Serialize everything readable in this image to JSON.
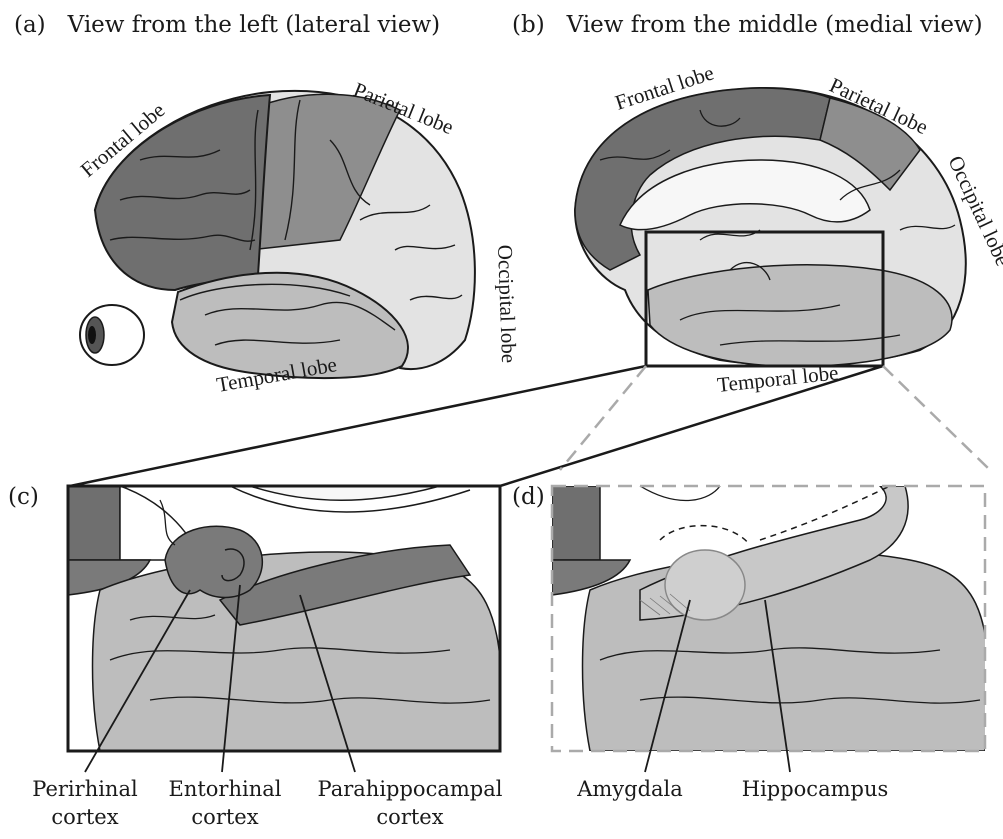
{
  "panels": {
    "a": {
      "label": "(a)",
      "title": "View from the left (lateral view)"
    },
    "b": {
      "label": "(b)",
      "title": "View from the middle (medial view)"
    },
    "c": {
      "label": "(c)"
    },
    "d": {
      "label": "(d)"
    }
  },
  "lateral_labels": {
    "frontal": "Frontal lobe",
    "parietal": "Parietal lobe",
    "occipital": "Occipital lobe",
    "temporal": "Temporal lobe"
  },
  "medial_labels": {
    "frontal": "Frontal lobe",
    "parietal": "Parietal lobe",
    "occipital": "Occipital lobe",
    "temporal": "Temporal lobe"
  },
  "callouts_c": {
    "perirhinal": {
      "line1": "Perirhinal",
      "line2": "cortex"
    },
    "entorhinal": {
      "line1": "Entorhinal",
      "line2": "cortex"
    },
    "parahippocampal": {
      "line1": "Parahippocampal",
      "line2": "cortex"
    }
  },
  "callouts_d": {
    "amygdala": "Amygdala",
    "hippocampus": "Hippocampus"
  },
  "colors": {
    "frontal": "#6f6f6f",
    "parietal": "#8e8e8e",
    "occipital": "#e3e3e3",
    "temporal": "#bdbdbd",
    "dark_cortex": "#7a7a7a",
    "white_matter": "#f7f7f7",
    "outline": "#1a1a1a"
  }
}
